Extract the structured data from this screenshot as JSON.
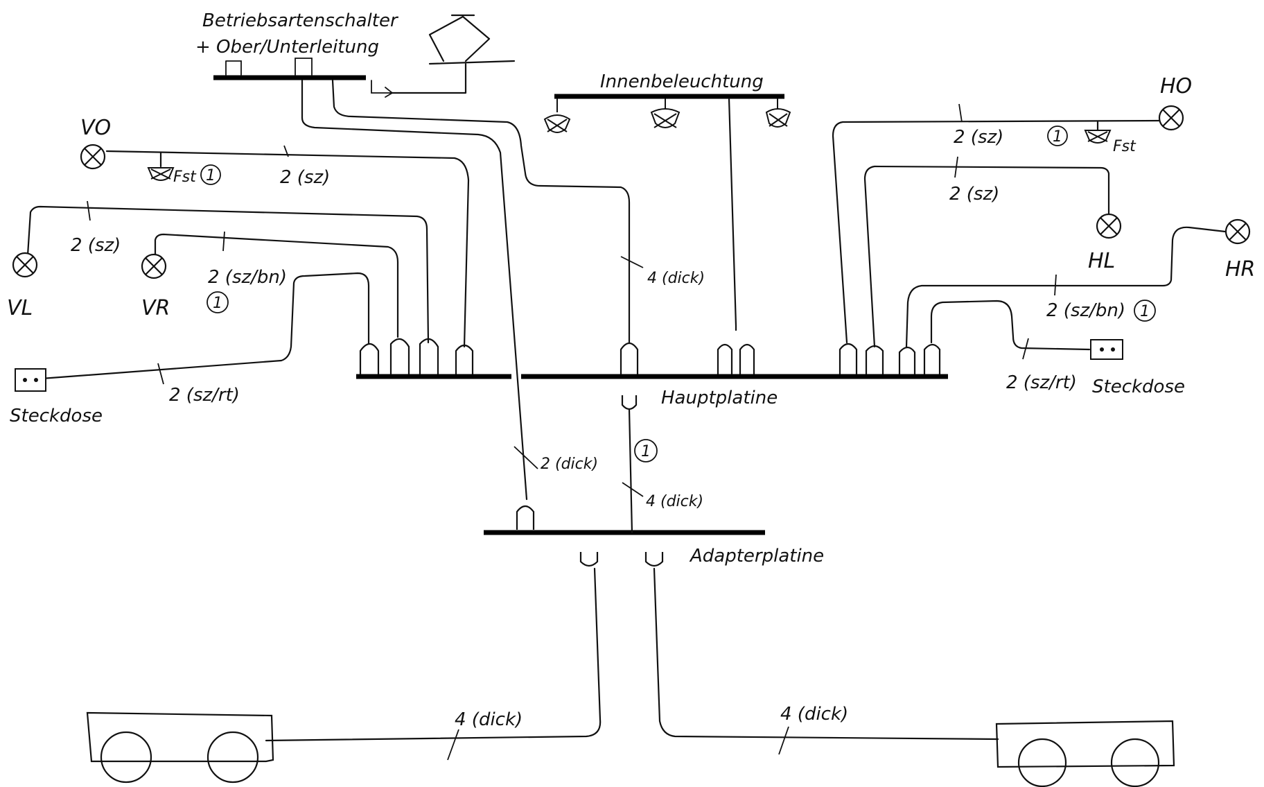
{
  "boards": {
    "betriebsartenschalter_line1": "Betriebsartenschalter",
    "betriebsartenschalter_line2": "+ Ober/Unterleitung",
    "innenbeleuchtung": "Innenbeleuchtung",
    "hauptplatine": "Hauptplatine",
    "adapterplatine": "Adapterplatine"
  },
  "lamps": {
    "vo": "VO",
    "vl": "VL",
    "vr": "VR",
    "ho": "HO",
    "hl": "HL",
    "hr": "HR",
    "fst_left": "Fst",
    "fst_right": "Fst"
  },
  "sockets": {
    "left": "Steckdose",
    "right": "Steckdose"
  },
  "wire_labels": {
    "vo": "2 (sz)",
    "vl": "2 (sz)",
    "vr": "2 (sz/bn)",
    "socket_left": "2 (sz/rt)",
    "main_4dick": "4 (dick)",
    "ho": "2 (sz)",
    "hl": "2 (sz)",
    "hr": "2 (sz/bn)",
    "socket_right": "2 (sz/rt)",
    "switch_2dick": "2 (dick)",
    "adapter_4dick": "4 (dick)",
    "bogie_left": "4 (dick)",
    "bogie_right": "4 (dick)"
  },
  "markers": {
    "vr_note": "1",
    "vo_fst_note": "1",
    "ho_note": "1",
    "hr_note": "1",
    "adapter_note": "1"
  }
}
